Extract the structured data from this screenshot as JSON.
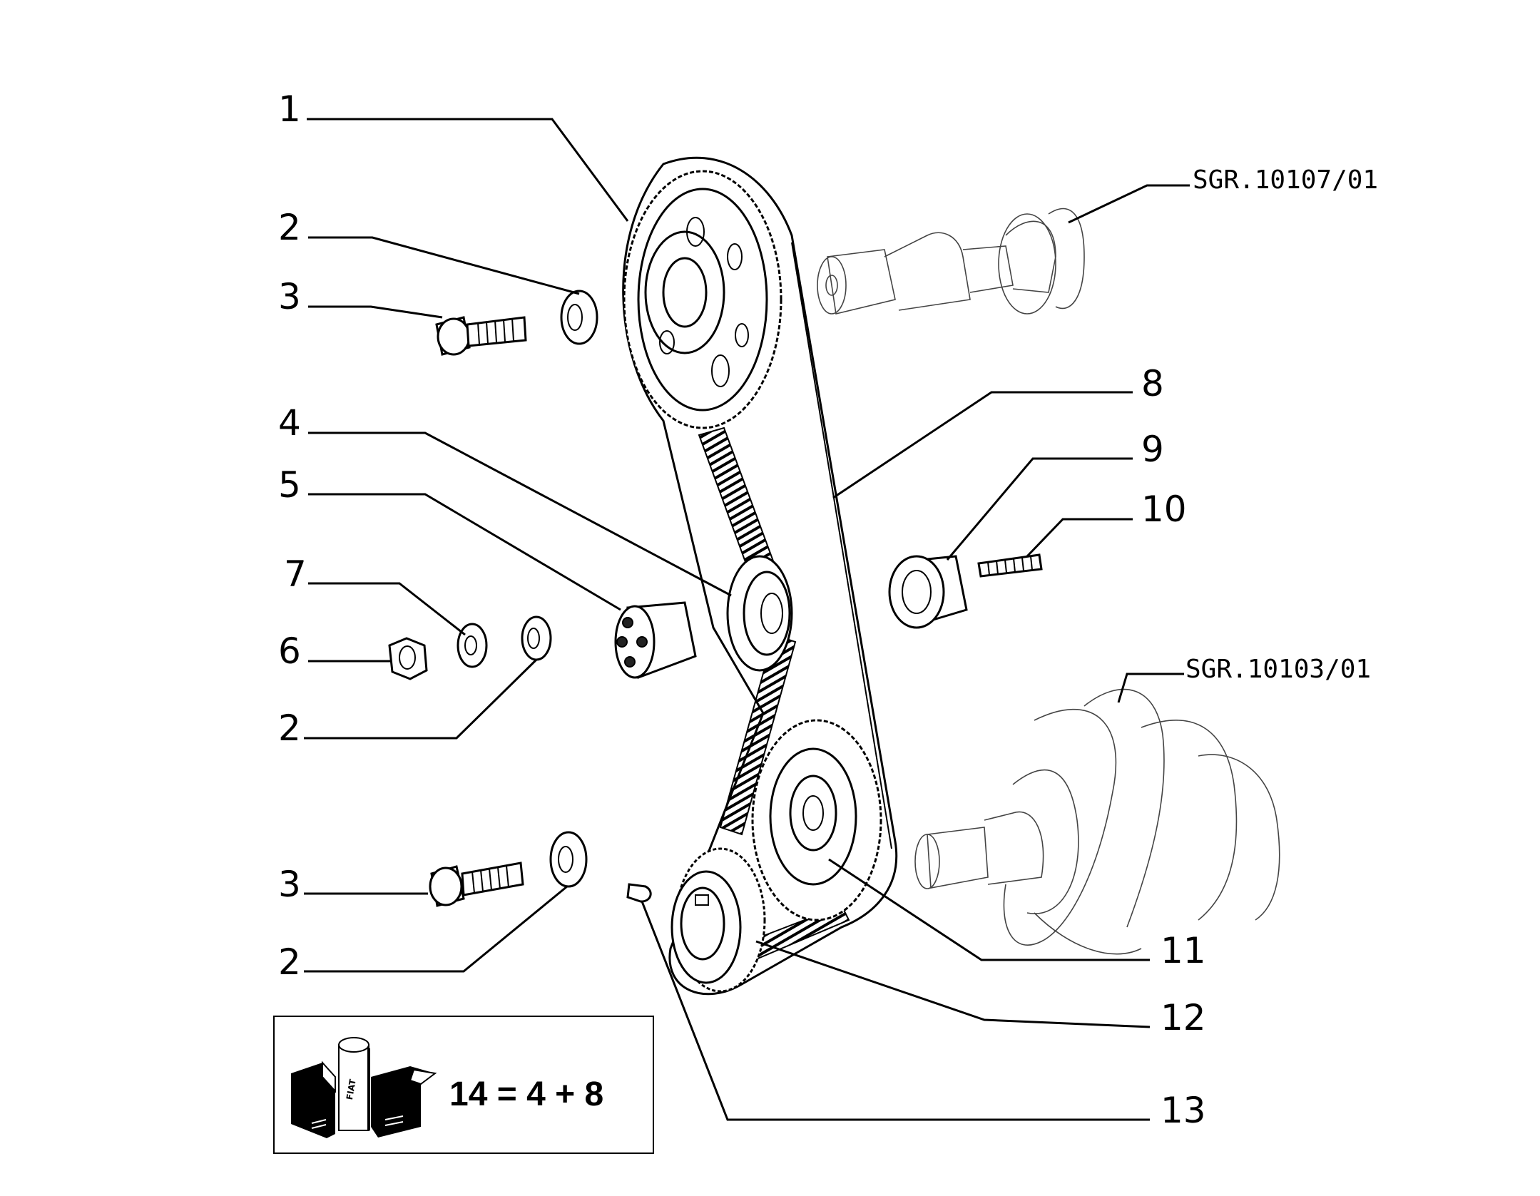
{
  "callouts": {
    "c1": "1",
    "c2a": "2",
    "c3a": "3",
    "c4": "4",
    "c5": "5",
    "c7": "7",
    "c6": "6",
    "c2b": "2",
    "c3b": "3",
    "c2c": "2",
    "c8": "8",
    "c9": "9",
    "c10": "10",
    "c11": "11",
    "c12": "12",
    "c13": "13"
  },
  "references": {
    "camshaft": "SGR.10107/01",
    "crankshaft": "SGR.10103/01"
  },
  "kit_box": {
    "equation": "14 = 4 + 8",
    "logo_text": "FIAT"
  }
}
